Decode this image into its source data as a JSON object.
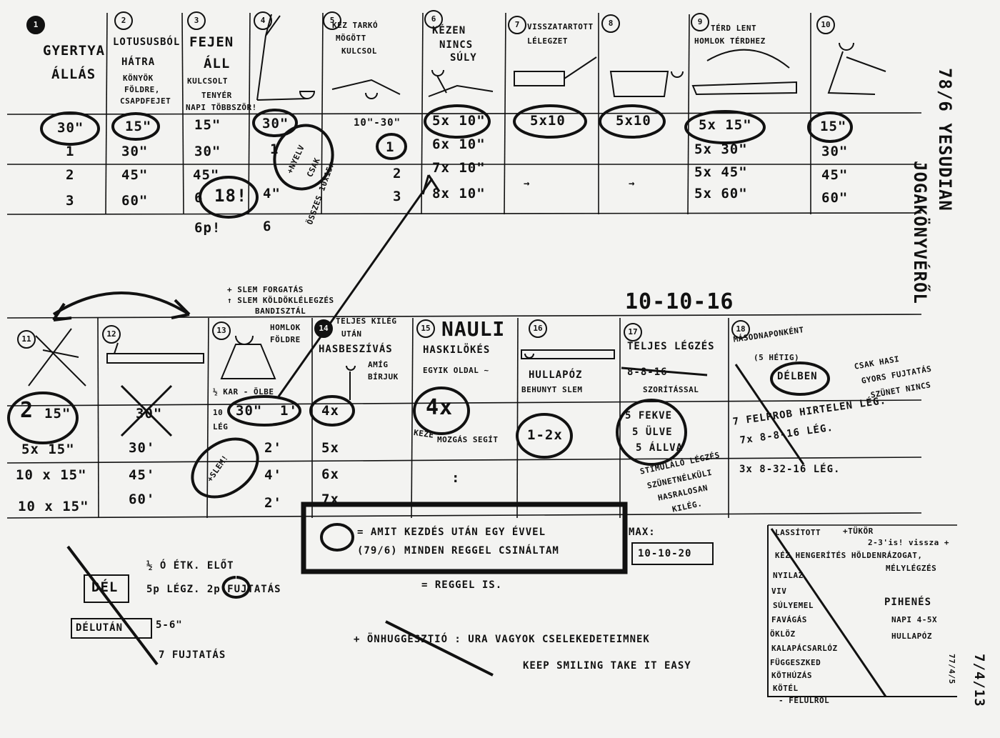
{
  "top_row": {
    "cells": [
      {
        "num": "1",
        "title": [
          "GYERTYA",
          "ÁLLÁS"
        ],
        "vals": [
          "30\"",
          "1",
          "2",
          "3"
        ]
      },
      {
        "num": "2",
        "title": [
          "LOTUSUSBÓL",
          "HÁTRA",
          "KÖNYÖK",
          "FÖLDRE,",
          "CSAPDFEJET"
        ],
        "vals": [
          "15\"",
          "30\"",
          "45\"",
          "60\""
        ]
      },
      {
        "num": "3",
        "title": [
          "FEJEN",
          "ÁLL",
          "KULCSOLT",
          "TENYÉR",
          "NAPI TÖBBSZÖR!"
        ],
        "vals": [
          "15\"",
          "30\"",
          "45\"",
          "6",
          "18!",
          "6p!"
        ]
      },
      {
        "num": "4",
        "title": [],
        "vals": [
          "30\"",
          "1",
          "4\"",
          "6",
          "+NYELV",
          "CSAK"
        ]
      },
      {
        "num": "5",
        "title": [
          "KÉZ TARKÓ",
          "MÖGÖTT",
          "KULCSOL"
        ],
        "vals": [
          "10\"-30\"",
          "1",
          "2",
          "3",
          "ÖSSZES 10x15x"
        ]
      },
      {
        "num": "6",
        "title": [
          "KÉZEN",
          "NINCS",
          "SÚLY"
        ],
        "vals": [
          "5x 10\"",
          "6x 10\"",
          "7x 10\"",
          "8x 10\""
        ]
      },
      {
        "num": "7",
        "title": [
          "VISSZATARTOTT",
          "LÉLEGZET"
        ],
        "vals": [
          "5x10",
          "→"
        ]
      },
      {
        "num": "8",
        "title": [],
        "vals": [
          "5x10",
          "→"
        ]
      },
      {
        "num": "9",
        "title": [
          "TÉRD LENT",
          "HOMLOK TÉRDHEZ"
        ],
        "vals": [
          "5x 15\"",
          "5x 30\"",
          "5x 45\"",
          "5x 60\""
        ]
      },
      {
        "num": "10",
        "title": [],
        "vals": [
          "15\"",
          "30\"",
          "45\"",
          "60\""
        ]
      }
    ]
  },
  "side_title": {
    "line1": "78/6 YESUDIAN",
    "line2": "JOGAKÖNYVÉRŐL"
  },
  "middle_notes": {
    "note1": "+ SLEM FORGATÁS",
    "note2": "↑ SLEM KÖLDÖKLÉLEGZÉS",
    "note3": "BANDISZTÁL",
    "date": "10-10-16"
  },
  "bottom_row": {
    "cells": [
      {
        "num": "11",
        "title": [],
        "vals": [
          "2",
          "15\"",
          "5x 15\"",
          "10 x 15\"",
          "10 x 15\""
        ]
      },
      {
        "num": "12",
        "title": [],
        "vals": [
          "30\"",
          "30'",
          "45'",
          "60'"
        ]
      },
      {
        "num": "13",
        "title": [
          "HOMLOK",
          "FÖLDRE",
          "½ KAR - ÖLBE",
          "10",
          "LÉG"
        ],
        "vals": [
          "30\"",
          "1'",
          "2'",
          "4'",
          "2'",
          "+SLEM!"
        ]
      },
      {
        "num": "14",
        "title": [
          "TELJES KILÉG",
          "UTÁN",
          "HASBESZÍVÁS",
          "AMÍG",
          "BÍRJUK"
        ],
        "vals": [
          "4x",
          "5x",
          "6x",
          "7x"
        ]
      },
      {
        "num": "15",
        "title": [
          "NAULI",
          "HASKILÖKÉS",
          "EGYIK OLDAL ~"
        ],
        "vals": [
          "4x",
          "KEZE",
          "MOZGÁS SEGÍT",
          ":"
        ]
      },
      {
        "num": "16",
        "title": [
          "HULLAPÓZ",
          "BEHUNYT SLEM"
        ],
        "vals": [
          "1-2x"
        ]
      },
      {
        "num": "17",
        "title": [
          "TELJES LÉGZÉS",
          "8-8-16",
          "SZORÍTÁSSAL"
        ],
        "vals": [
          "5 FEKVE",
          "5 ÜLVE",
          "5 ÁLLVA",
          "STIMULÁLÓ LÉGZÉS",
          "SZÜNETNÉLKÜLI",
          "HASRALOSAN",
          "KILÉG."
        ]
      },
      {
        "num": "18",
        "title": [
          "MÁSODNAPONKÉNT",
          "(5 HÉTIG)",
          "DÉLBEN"
        ],
        "vals": [
          "7 FELPROB HIRTELEN LÉG.",
          "7x 8-8-16 LÉG.",
          "3x 8-32-16 LÉG."
        ]
      }
    ],
    "extra": [
      "CSAK HASI",
      "GYORS FUJTATÁS",
      "SZÜNET NINCS"
    ]
  },
  "legend": {
    "line1": "= AMIT KEZDÉS UTÁN EGY ÉVVEL",
    "line2": "(79/6) MINDEN REGGEL CSINÁLTAM",
    "max_label": "MAX:",
    "max_date": "10-10-20",
    "line3": "= REGGEL IS."
  },
  "lower_left": {
    "del": "DÉL",
    "del_note1": "½ Ó ÉTK. ELŐT",
    "del_note2": "5p LÉGZ. 2p FUJTATÁS",
    "delutan": "DÉLUTÁN",
    "delutan_note1": "5-6\"",
    "delutan_note2": "7 FUJTATÁS"
  },
  "motto": {
    "line1": "+ ÖNHUGGESZTIÓ : URA VAGYOK CSELEKEDETEIMNEK",
    "line2": "KEEP SMILING TAKE IT EASY"
  },
  "box_right": {
    "head": "LASSÍTOTT",
    "head2": "+TÜKÖR",
    "note1": "2-3'is! vissza +",
    "note2": "KÉZ HENGERÍTÉS HÖLDENRÁZOGAT,",
    "note3": "MÉLYLÉGZÉS",
    "items": [
      "NYILAZ",
      "VIV",
      "SÚLYEMEL",
      "FAVÁGÁS",
      "ÖKLÖZ",
      "KALAPÁCSARLÓZ",
      "FÜGGESZKED",
      "KÖTHÚZÁS",
      "KÖTÉL",
      "- FELÜLRŐL"
    ],
    "rest": "PIHENÉS",
    "rest_note1": "NAPI 4-5X",
    "rest_note2": "HULLAPÓZ"
  },
  "corner": {
    "a": "77/4/5",
    "b": "7/4/13"
  }
}
